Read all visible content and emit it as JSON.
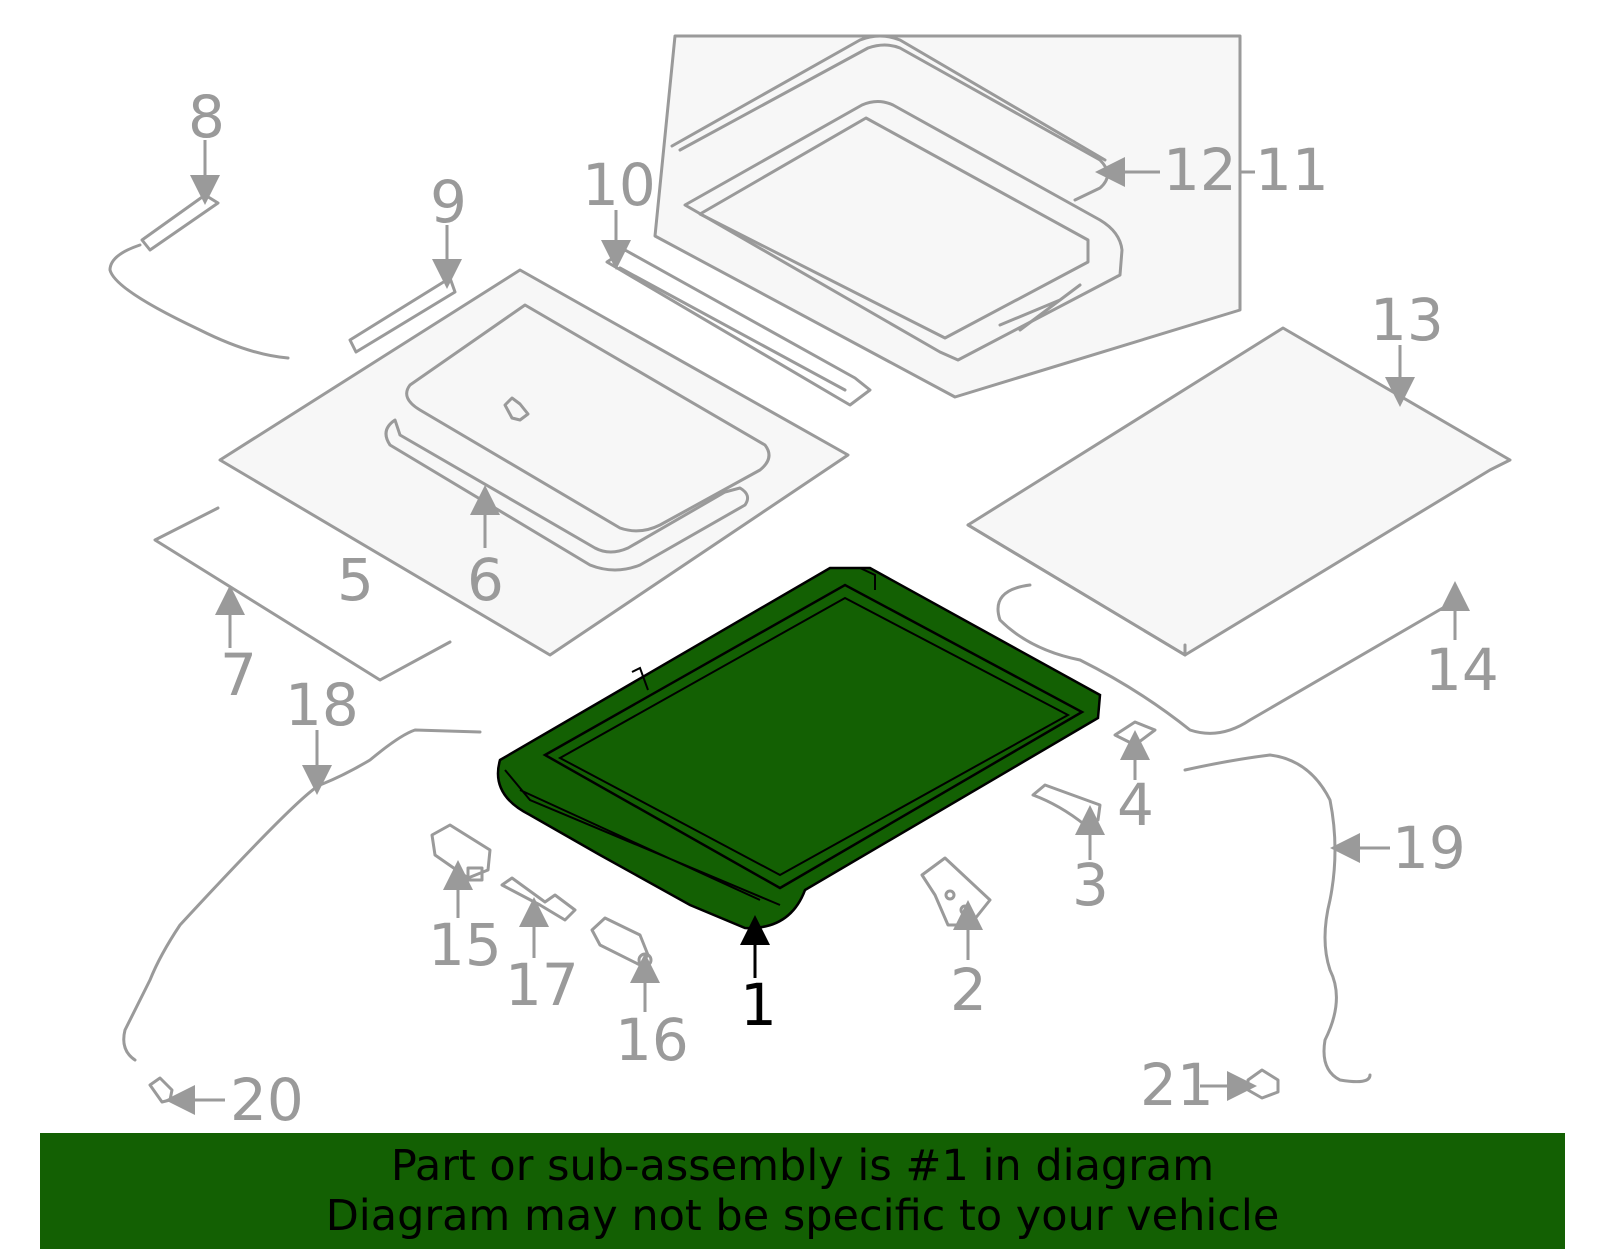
{
  "highlight_color": "#136003",
  "callouts": {
    "c1": "1",
    "c2": "2",
    "c3": "3",
    "c4": "4",
    "c5": "5",
    "c6": "6",
    "c7": "7",
    "c8": "8",
    "c9": "9",
    "c10": "10",
    "c11": "11",
    "c12": "12",
    "c13": "13",
    "c14": "14",
    "c15": "15",
    "c16": "16",
    "c17": "17",
    "c18": "18",
    "c19": "19",
    "c20": "20",
    "c21": "21"
  },
  "selected_part": "1",
  "banner": {
    "line1": "Part or sub-assembly is #1 in diagram",
    "line2": "Diagram may not be specific to your vehicle"
  }
}
